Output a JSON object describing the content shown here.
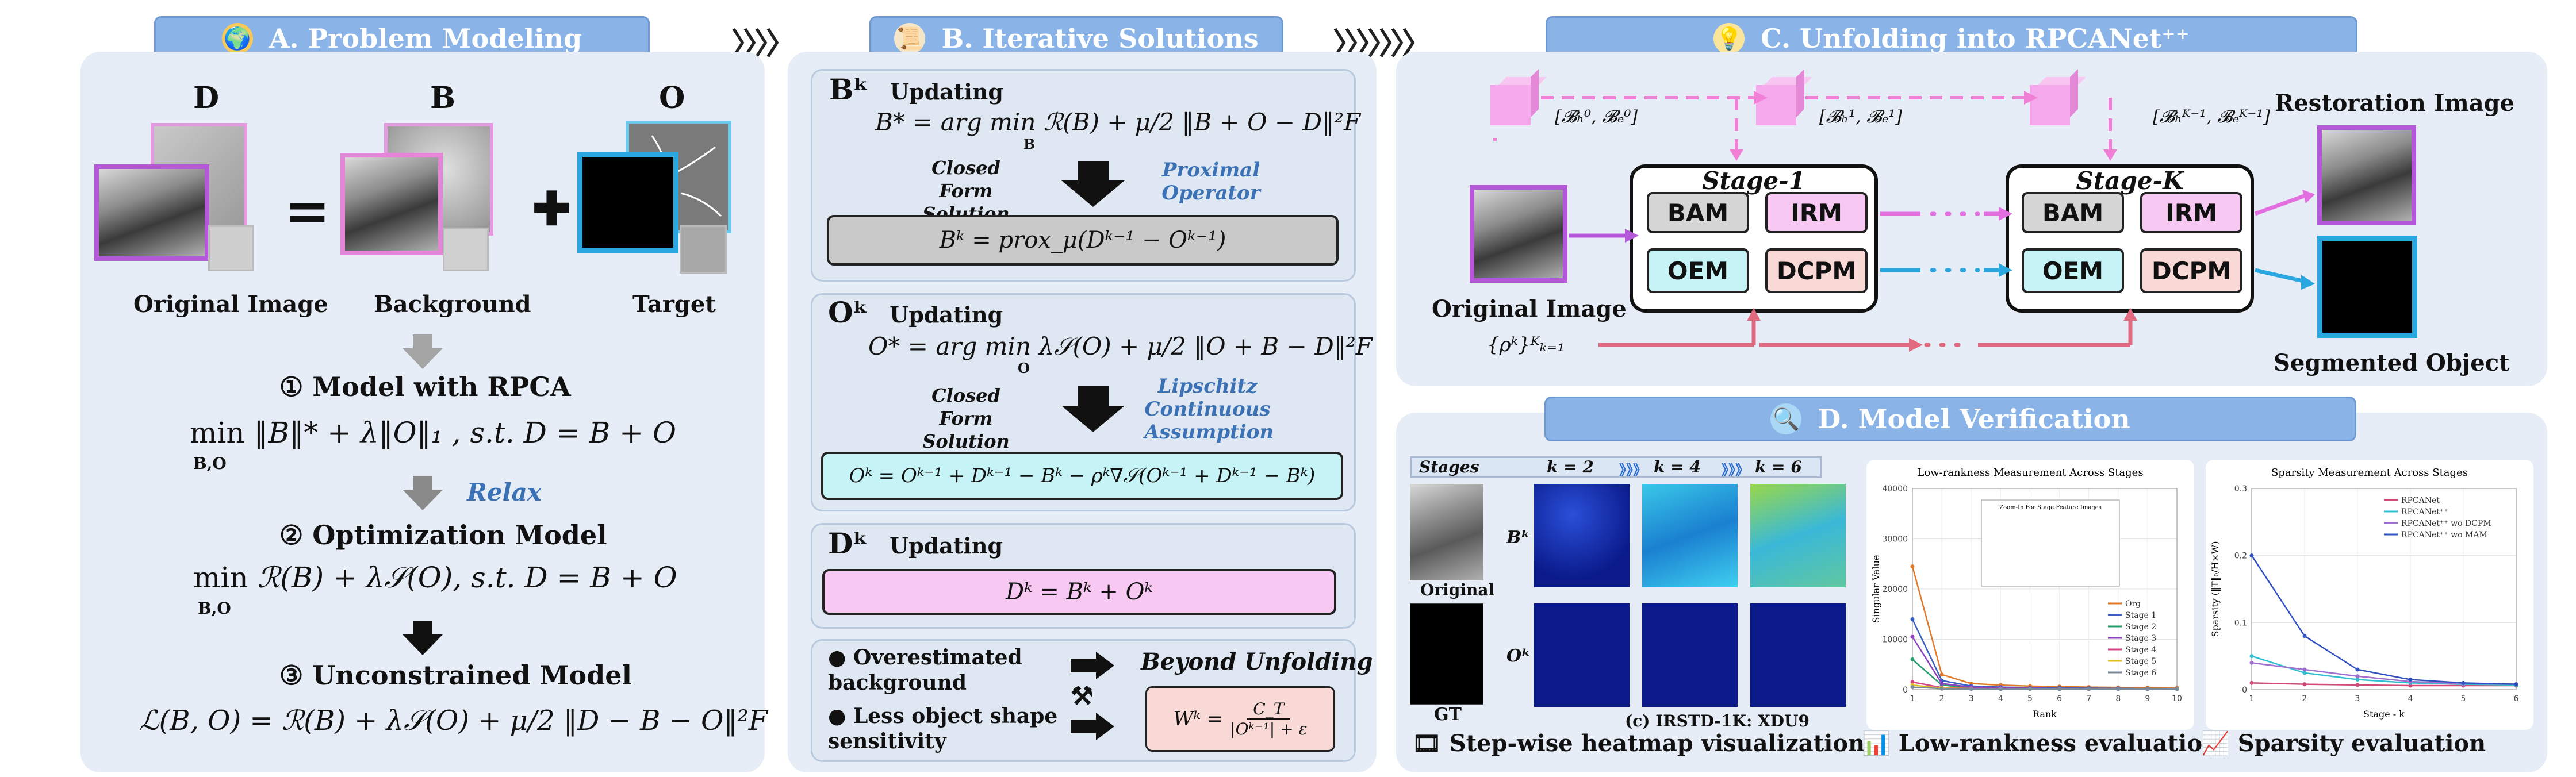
{
  "headers": {
    "a": "A. Problem Modeling",
    "b": "B. Iterative Solutions",
    "c": "C. Unfolding into RPCANet⁺⁺",
    "d": "D. Model Verification"
  },
  "panel_a": {
    "letters": {
      "d": "D",
      "b": "B",
      "o": "O"
    },
    "captions": {
      "original": "Original Image",
      "background": "Background",
      "target": "Target"
    },
    "equals": "=",
    "plus": "✚",
    "step1": "① Model with RPCA",
    "relax": "Relax",
    "step2": "② Optimization Model",
    "step3": "③ Unconstrained Model",
    "eq1": "‖B‖* + λ‖O‖₁ ,  s.t.  D = B + O",
    "eq1_min": "min",
    "eq1_sub": "B,O",
    "eq2": "ℛ(B) + λ𝒮(O),  s.t.  D = B + O",
    "eq2_min": "min",
    "eq2_sub": "B,O",
    "eq3": "ℒ(B, O) = ℛ(B) + λ𝒮(O) + μ/2 ‖D − B − O‖²F"
  },
  "panel_b": {
    "b_title": "Bᵏ",
    "o_title": "Oᵏ",
    "d_title": "Dᵏ",
    "updating": "Updating",
    "b_eq": "B* = arg min ℛ(B) + μ/2 ‖B + O − D‖²F",
    "b_eq_sub": "B",
    "o_eq": "O* = arg min λ𝒮(O) + μ/2 ‖O + B − D‖²F",
    "o_eq_sub": "O",
    "closed_form": "Closed Form Solution",
    "proximal": "Proximal Operator",
    "lipschitz": "Lipschitz Continuous Assumption",
    "b_box": "Bᵏ = prox_μ(Dᵏ⁻¹ − Oᵏ⁻¹)",
    "o_box": "Oᵏ = Oᵏ⁻¹ + Dᵏ⁻¹ − Bᵏ − ρᵏ∇𝒮(Oᵏ⁻¹ + Dᵏ⁻¹ − Bᵏ)",
    "d_box": "Dᵏ = Bᵏ + Oᵏ",
    "bullet1": "Overestimated background",
    "bullet2": "Less object shape sensitivity",
    "beyond": "Beyond Unfolding",
    "w_eq_lhs": "Wᵏ =",
    "w_eq_num": "C_T",
    "w_eq_den": "|Oᵏ⁻¹| + ε",
    "hammer": "⚒"
  },
  "panel_c": {
    "stage1": "Stage-1",
    "stagek": "Stage-K",
    "modules": [
      "BAM",
      "IRM",
      "OEM",
      "DCPM"
    ],
    "restoration": "Restoration Image",
    "segmented": "Segmented Object",
    "original": "Original Image",
    "b0": "[𝓑ₕ⁰, 𝓑ₑ⁰]",
    "b1": "[𝓑ₕ¹, 𝓑ₑ¹]",
    "bk": "[𝓑ₕᴷ⁻¹, 𝓑ₑᴷ⁻¹]",
    "rho": "{ρᵏ}ᴷₖ₌₁",
    "dots": "· · ·"
  },
  "panel_d": {
    "stages_label": "Stages",
    "k_labels": [
      "k = 2",
      "k = 4",
      "k = 6"
    ],
    "row_b": "Bᵏ",
    "row_o": "Oᵏ",
    "original": "Original",
    "gt": "GT",
    "caption": "(c) IRSTD-1K:  XDU9",
    "bottom_heatmap": "Step-wise heatmap visualization",
    "bottom_lowrank": "Low-rankness evaluation",
    "bottom_sparsity": "Sparsity evaluation"
  },
  "chart_data": [
    {
      "type": "line",
      "title": "Low-rankness Measurement Across Stages",
      "xlabel": "Rank",
      "ylabel": "Singular Value",
      "x": [
        1,
        2,
        3,
        4,
        5,
        6,
        7,
        8,
        9,
        10
      ],
      "ylim": [
        0,
        40000
      ],
      "yticks": [
        0,
        10000,
        20000,
        30000,
        40000
      ],
      "grid": true,
      "legend": "right",
      "inset_title": "Zoom-In For Stage Feature Images",
      "series": [
        {
          "name": "Org",
          "color": "#e07a2a",
          "values": [
            24500,
            3000,
            1200,
            900,
            700,
            600,
            500,
            450,
            400,
            350
          ]
        },
        {
          "name": "Stage 1",
          "color": "#3a5fbf",
          "values": [
            14000,
            1800,
            700,
            500,
            400,
            330,
            280,
            250,
            220,
            200
          ]
        },
        {
          "name": "Stage 2",
          "color": "#2a9d6f",
          "values": [
            6000,
            900,
            400,
            300,
            250,
            220,
            200,
            180,
            170,
            160
          ]
        },
        {
          "name": "Stage 3",
          "color": "#8a3fbf",
          "values": [
            10500,
            1200,
            500,
            350,
            280,
            240,
            210,
            190,
            175,
            165
          ]
        },
        {
          "name": "Stage 4",
          "color": "#d6478a",
          "values": [
            1500,
            400,
            250,
            200,
            180,
            165,
            155,
            148,
            142,
            138
          ]
        },
        {
          "name": "Stage 5",
          "color": "#e0c020",
          "values": [
            900,
            300,
            200,
            170,
            155,
            145,
            138,
            132,
            128,
            124
          ]
        },
        {
          "name": "Stage 6",
          "color": "#7a8a9a",
          "values": [
            500,
            200,
            150,
            130,
            120,
            115,
            110,
            106,
            103,
            100
          ]
        }
      ]
    },
    {
      "type": "line",
      "title": "Sparsity Measurement Across Stages",
      "xlabel": "Stage - k",
      "ylabel": "Sparsity (‖T‖₀/H×W)",
      "x": [
        1,
        2,
        3,
        4,
        5,
        6
      ],
      "ylim": [
        0,
        0.3
      ],
      "yticks": [
        0,
        0.1,
        0.2,
        0.3
      ],
      "grid": true,
      "legend": "top-right",
      "series": [
        {
          "name": "RPCANet",
          "color": "#d04a7a",
          "values": [
            0.01,
            0.008,
            0.007,
            0.006,
            0.006,
            0.006
          ]
        },
        {
          "name": "RPCANet⁺⁺",
          "color": "#30c0d0",
          "values": [
            0.05,
            0.025,
            0.015,
            0.01,
            0.008,
            0.007
          ]
        },
        {
          "name": "RPCANet⁺⁺ wo DCPM",
          "color": "#a070d0",
          "values": [
            0.04,
            0.03,
            0.02,
            0.012,
            0.009,
            0.008
          ]
        },
        {
          "name": "RPCANet⁺⁺ wo MAM",
          "color": "#3050c0",
          "values": [
            0.2,
            0.08,
            0.03,
            0.015,
            0.01,
            0.008
          ]
        }
      ]
    }
  ]
}
